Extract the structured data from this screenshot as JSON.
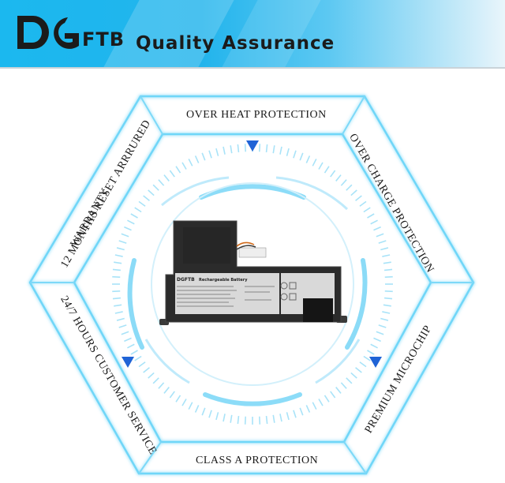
{
  "header": {
    "logo_mark": "DG",
    "logo_text": "FTB",
    "title": "Quality Assurance"
  },
  "features": {
    "top": "OVER HEAT PROTECTION",
    "upper_right": "OVER CHARGE PROTECTION",
    "lower_right": "PREMIUM MICROCHIP",
    "bottom": "CLASS A PROTECTION",
    "lower_left": "24/7 HOURS CUSTOMER SERVICE",
    "upper_left_line1": "12 MONTHS RESET ARRRURED",
    "upper_left_line2": "WARRANTY"
  },
  "battery": {
    "brand": "DGFTB",
    "label": "Rechargeable Battery"
  },
  "colors": {
    "accent": "#1bb8ef",
    "hex_line": "#5ed0f6",
    "arrow": "#1f63d6",
    "text": "#1a1a1a"
  }
}
